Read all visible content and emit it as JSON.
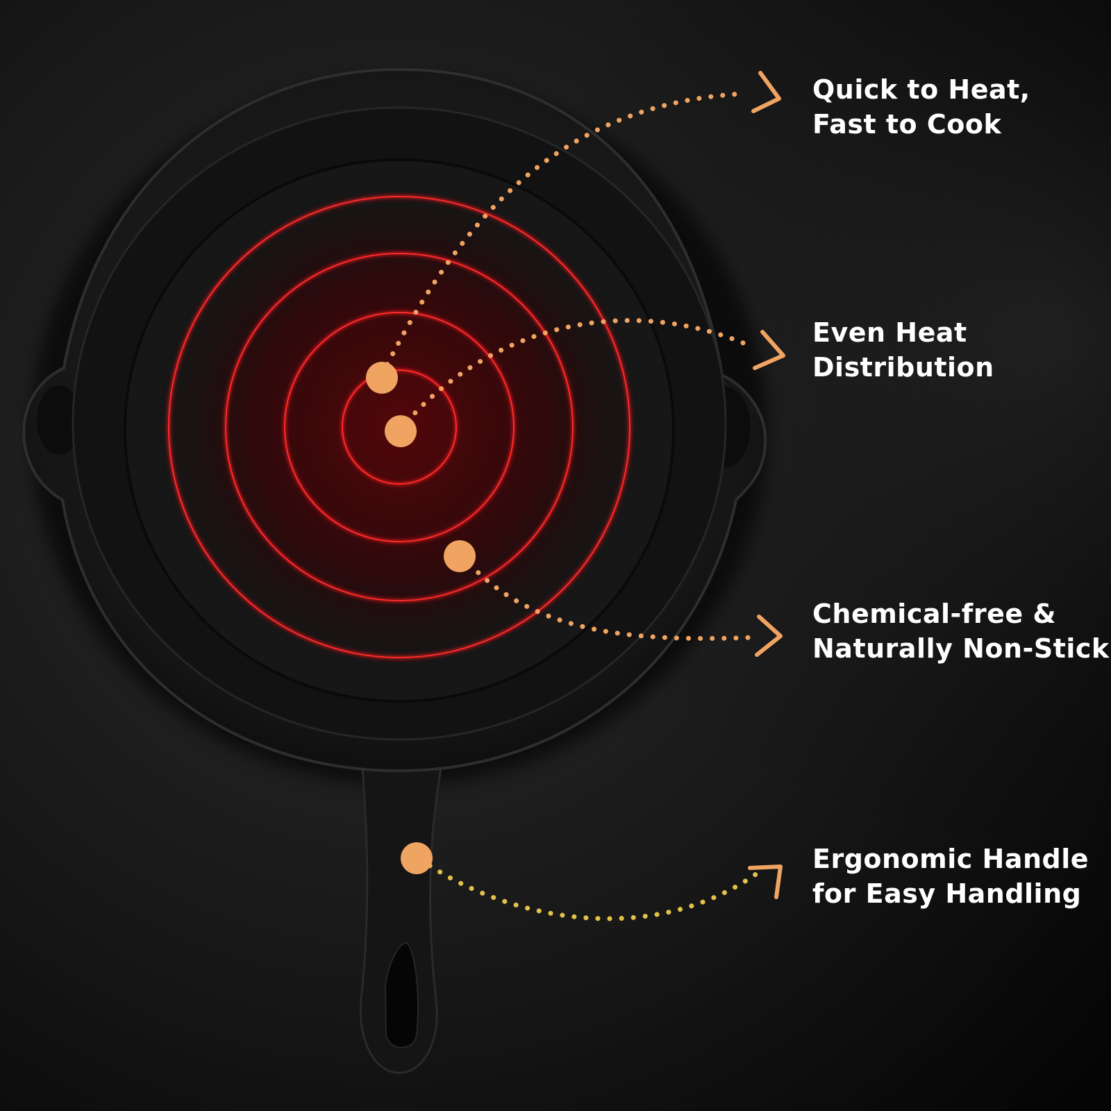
{
  "features": [
    {
      "lines": [
        "Quick to Heat,",
        "Fast to Cook"
      ],
      "icon": "arrow-right-icon",
      "color": "#f0a462"
    },
    {
      "lines": [
        "Even Heat",
        "Distribution"
      ],
      "icon": "arrow-right-icon",
      "color": "#f0a462"
    },
    {
      "lines": [
        "Chemical-free &",
        "Naturally Non-Stick"
      ],
      "icon": "arrow-right-icon",
      "color": "#f0a462"
    },
    {
      "lines": [
        "Ergonomic Handle",
        "for Easy Handling"
      ],
      "icon": "arrow-right-icon",
      "color": "#f0a462",
      "dot_line_color": "#e3c24a"
    }
  ],
  "colors": {
    "background": "#0b0b0b",
    "pan": "#141414",
    "heat_rings": "#d8141c",
    "marker": "#f0a462",
    "text": "#ffffff"
  }
}
